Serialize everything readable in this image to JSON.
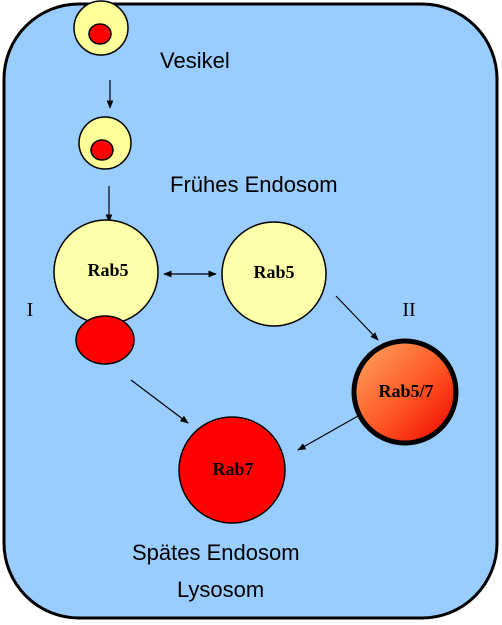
{
  "labels": {
    "vesicle": "Vesikel",
    "early_endosome": "Frühes Endosom",
    "late_endosome": "Spätes Endosom",
    "lysosome": "Lysosom",
    "pathway_one": "I",
    "pathway_two": "II"
  },
  "compartments": {
    "rab5_left": "Rab5",
    "rab5_right": "Rab5",
    "rab5_7": "Rab5/7",
    "rab7": "Rab7"
  },
  "colors": {
    "cell_fill": "#99ccff",
    "vesicle_fill": "#ffff99",
    "cargo_red": "#ff0000",
    "rab5_fill": "#ffffaa",
    "rab7_fill": "#ff0000",
    "outline": "#000000"
  }
}
